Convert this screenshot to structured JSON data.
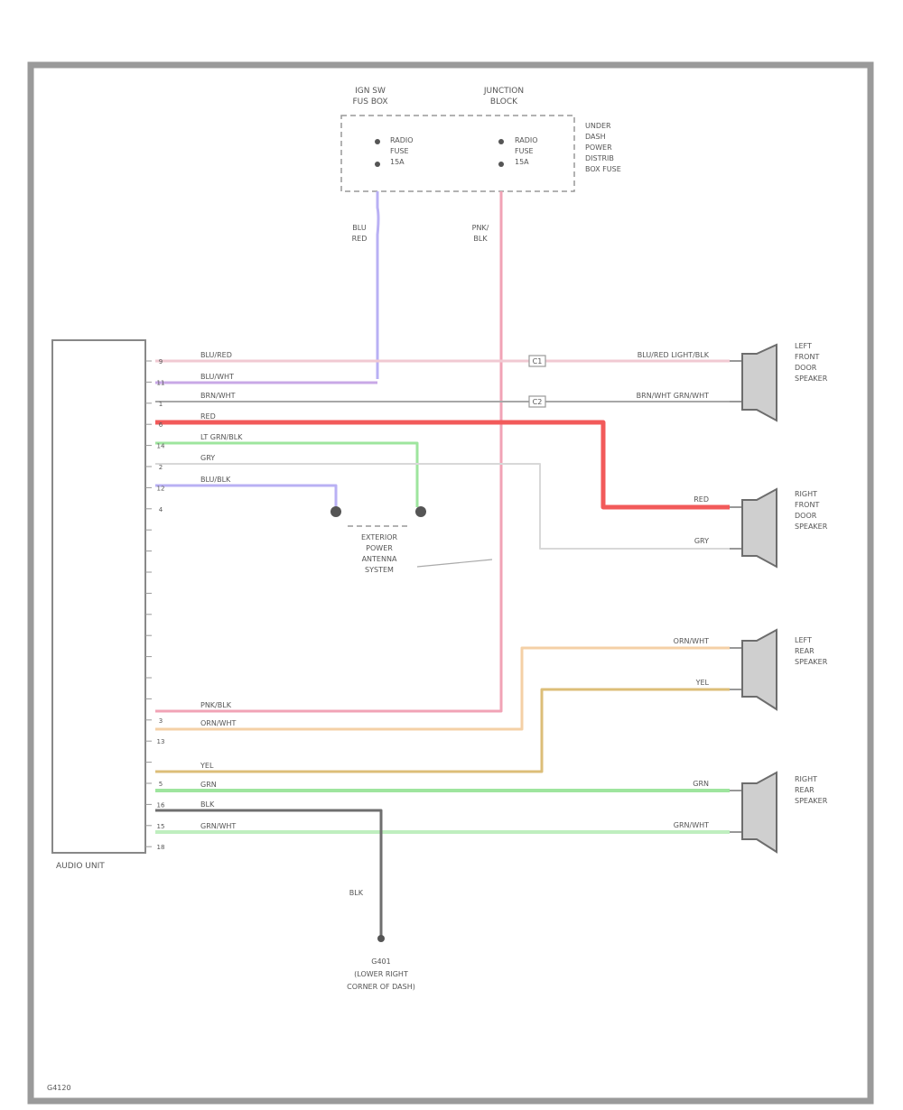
{
  "diagram": {
    "fuse_left": {
      "label_lines": [
        "IGN SW",
        "FUS BOX"
      ],
      "inner_lines": [
        "RADIO",
        "FUSE",
        "15A"
      ]
    },
    "fuse_right": {
      "label_lines": [
        "JUNCTION",
        "BLOCK"
      ],
      "inner_lines": [
        "RADIO",
        "FUSE",
        "15A"
      ]
    },
    "fuse_note_lines": [
      "UNDER",
      "DASH",
      "POWER",
      "DISTRIB",
      "BOX FUSE"
    ],
    "fuse_wire_labels": {
      "left": [
        "BLU",
        "RED"
      ],
      "right": [
        "PNK/",
        "BLK"
      ]
    },
    "audio_unit": {
      "label": "AUDIO UNIT"
    },
    "pins": [
      "9",
      "11",
      "1",
      "6",
      "14",
      "2",
      "12",
      "4",
      "",
      "",
      "",
      "",
      "",
      "",
      "",
      "",
      "",
      "3",
      "13",
      "",
      "5",
      "16",
      "15",
      "18"
    ],
    "left_wire_labels": [
      "BLU/RED",
      "BLU/WHT",
      "BRN/WHT",
      "RED",
      "LT GRN/BLK",
      "GRY",
      "BLU/BLK",
      "PNK/BLK",
      "ORN/WHT",
      "YEL",
      "GRN",
      "BLK",
      "GRN/WHT"
    ],
    "right_wire_labels": [
      "BLU/RED LIGHT/BLK",
      "BRN/WHT GRN/WHT",
      "RED",
      "GRY",
      "ORN/WHT",
      "YEL",
      "GRN",
      "GRN/WHT"
    ],
    "inline_connectors": [
      "C1",
      "C2"
    ],
    "speakers": [
      {
        "label_lines": [
          "LEFT",
          "FRONT",
          "DOOR",
          "SPEAKER"
        ]
      },
      {
        "label_lines": [
          "RIGHT",
          "FRONT",
          "DOOR",
          "SPEAKER"
        ]
      },
      {
        "label_lines": [
          "LEFT",
          "REAR",
          "SPEAKER"
        ]
      },
      {
        "label_lines": [
          "RIGHT",
          "REAR",
          "SPEAKER"
        ]
      }
    ],
    "antenna_lines": [
      "EXTERIOR",
      "POWER",
      "ANTENNA",
      "SYSTEM"
    ],
    "ground_wire_label": "BLK",
    "ground_lines": [
      "G401",
      "(LOWER RIGHT",
      "CORNER OF DASH)"
    ],
    "footer_code": "G4120"
  },
  "colors": {
    "frame": "#9a9a9a",
    "blue_wire": "#b9b0f4",
    "pink_wire": "#f1a3b6",
    "light_pink_wire": "#f1c9d2",
    "purple_wire": "#c8a8e6",
    "gray_wire": "#a7a7a7",
    "red_wire": "#f25a5a",
    "green_wire": "#9ee59e",
    "light_green_wire": "#bfeebf",
    "light_gray_wire": "#d8d8d8",
    "orange_wire": "#f4d0a6",
    "yellow_wire": "#dcbe78",
    "ground_wire": "#6f6f6f"
  }
}
